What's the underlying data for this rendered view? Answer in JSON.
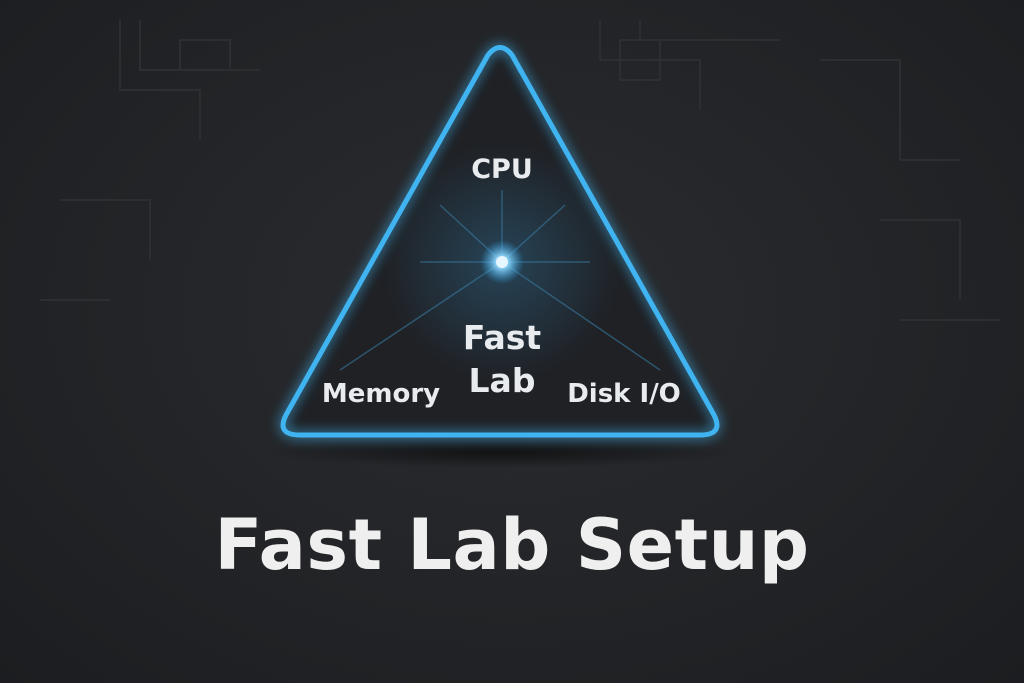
{
  "diagram": {
    "nodes": {
      "top": "CPU",
      "left": "Memory",
      "right": "Disk I/O"
    },
    "center_line1": "Fast",
    "center_line2": "Lab"
  },
  "title": "Fast Lab Setup",
  "colors": {
    "accent": "#3fb4f0",
    "glow": "#2a9fe0",
    "text": "#e9ecef",
    "background": "#222427"
  }
}
